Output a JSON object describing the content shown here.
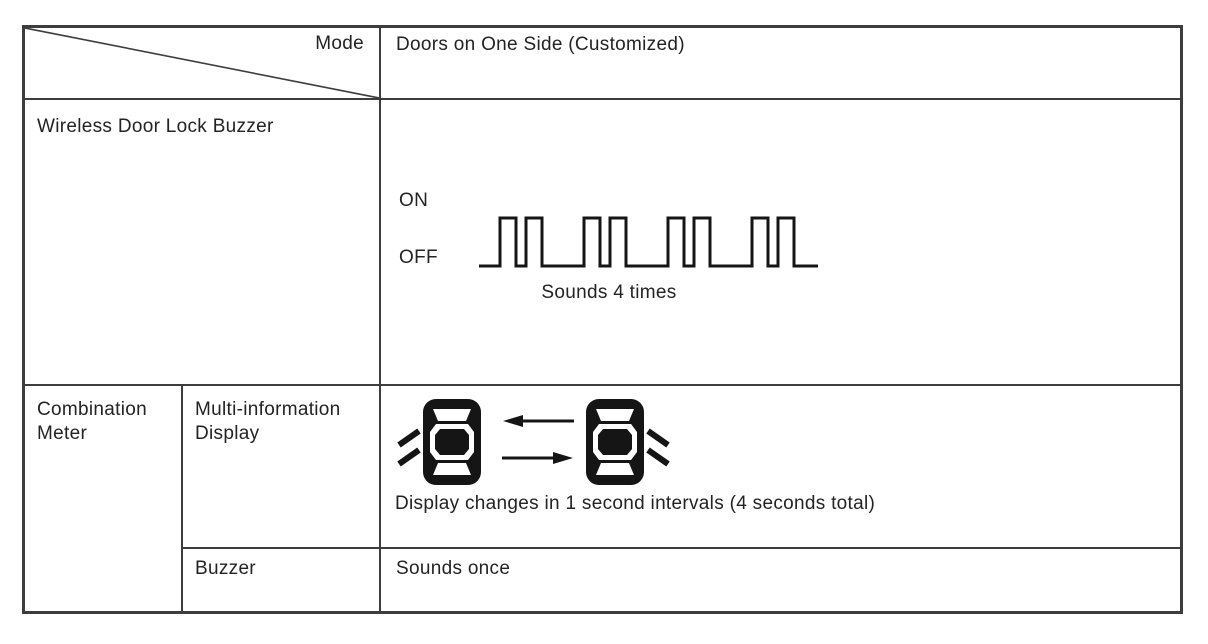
{
  "table": {
    "corner": {
      "label": "Mode"
    },
    "header": {
      "value": "Doors on One Side (Customized)"
    },
    "wireless_door_lock_buzzer": {
      "label": "Wireless Door Lock Buzzer",
      "waveform": {
        "on_label": "ON",
        "off_label": "OFF",
        "caption": "Sounds 4 times",
        "pulse_groups": 4,
        "pulses_per_group": 2
      }
    },
    "combination_meter": {
      "label": "Combination Meter",
      "multi_information_display": {
        "label": "Multi-information Display",
        "icons": [
          "car-doors-open-left",
          "arrow-left",
          "arrow-right",
          "car-doors-open-right"
        ],
        "caption": "Display changes in 1 second intervals (4 seconds total)"
      },
      "buzzer": {
        "label": "Buzzer",
        "value": "Sounds once"
      }
    }
  },
  "colors": {
    "border": "#3d3d3d",
    "ink": "#151515",
    "text": "#232323",
    "background": "#ffffff"
  }
}
